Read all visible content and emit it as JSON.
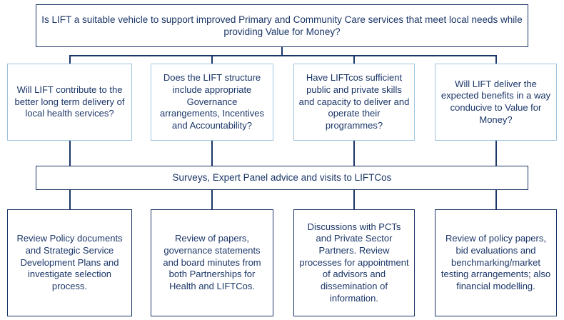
{
  "diagram": {
    "title_box": {
      "text": "Is LIFT a suitable vehicle to support improved Primary and Community Care services that meet local needs while providing Value for Money?"
    },
    "questions": [
      {
        "text": "Will LIFT contribute to the better long term delivery of local health services?"
      },
      {
        "text": "Does the LIFT structure include appropriate Governance arrangements, Incentives and Accountability?"
      },
      {
        "text": "Have LIFTcos sufficient public and private skills and capacity to deliver and operate their programmes?"
      },
      {
        "text": "Will LIFT deliver the expected benefits in a way conducive to Value for Money?"
      }
    ],
    "methods_band": {
      "text": "Surveys, Expert Panel advice and visits to LIFTCos"
    },
    "methods": [
      {
        "text": "Review Policy documents and Strategic Service Development Plans and investigate selection process."
      },
      {
        "text": "Review of papers, governance statements and board minutes from both Partnerships for Health and LIFTCos."
      },
      {
        "text": "Discussions with PCTs and Private Sector Partners. Review processes for appointment of advisors and dissemination of information."
      },
      {
        "text": "Review of policy papers, bid evaluations and benchmarking/market testing arrangements; also financial modelling."
      }
    ],
    "colors": {
      "navy_border": "#1b3668",
      "light_blue_border": "#9fc4e0",
      "text": "#1b3668",
      "background": "#ffffff"
    }
  }
}
